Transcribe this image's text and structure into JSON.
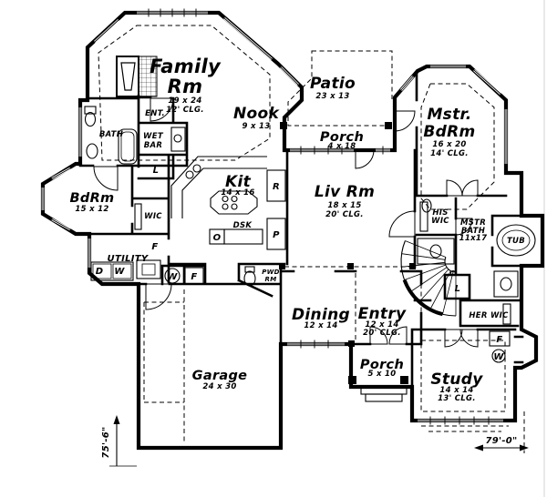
{
  "rooms": {
    "family": {
      "line1": "Family",
      "line2": "Rm",
      "size": "19 x 24",
      "clg": "12' CLG."
    },
    "nook": {
      "name": "Nook",
      "size": "9 x 13"
    },
    "patio": {
      "name": "Patio",
      "size": "23 x 13"
    },
    "porch_rear": {
      "name": "Porch",
      "size": "4 x 18"
    },
    "mstr": {
      "line1": "Mstr.",
      "line2": "BdRm",
      "size": "16 x 20",
      "clg": "14' CLG."
    },
    "kit": {
      "name": "Kit",
      "size": "14 x 16"
    },
    "liv": {
      "name": "Liv Rm",
      "size": "18 x 15",
      "clg": "20' CLG."
    },
    "bdrm": {
      "name": "BdRm",
      "size": "15 x 12"
    },
    "dining": {
      "name": "Dining",
      "size": "12 x 14"
    },
    "entry": {
      "name": "Entry",
      "size": "12 x 14",
      "clg": "20' CLG."
    },
    "garage": {
      "name": "Garage",
      "size": "24 x 30"
    },
    "porch_front": {
      "name": "Porch",
      "size": "5 x 10"
    },
    "study": {
      "name": "Study",
      "size": "14 x 14",
      "clg": "13' CLG."
    },
    "mstr_bath": {
      "line1": "MSTR",
      "line2": "BATH",
      "size": "11x17"
    },
    "his_wic": {
      "line1": "HIS",
      "line2": "WIC"
    },
    "her_wic": {
      "name": "HER WIC"
    },
    "utility": {
      "name": "UTILITY"
    },
    "bath": {
      "name": "BATH"
    },
    "wet_bar": {
      "line1": "WET",
      "line2": "BAR"
    },
    "ent": {
      "name": "ENT."
    },
    "pwd": {
      "line1": "PWD",
      "line2": "RM"
    },
    "wic": {
      "name": "WIC"
    },
    "tub": {
      "name": "TUB"
    },
    "dsk": {
      "name": "DSK"
    }
  },
  "labels": {
    "l_wetbar": "L",
    "l_bath": "L",
    "r": "R",
    "p": "P",
    "o": "O",
    "f_utility": "F",
    "f_hall": "F",
    "f_study": "F",
    "w_hall": "W",
    "w_study": "W",
    "d_utility": "D",
    "w_utility": "W"
  },
  "dimensions": {
    "height": "75'-6\"",
    "width": "79'-0\""
  }
}
